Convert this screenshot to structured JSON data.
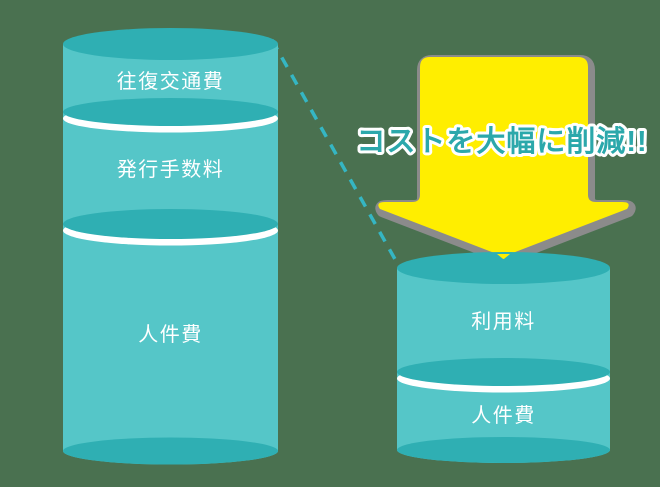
{
  "illustration": {
    "caption": "コストを大幅に削減!!",
    "before_cylinder": {
      "sections": [
        {
          "label": "往復交通費"
        },
        {
          "label": "発行手数料"
        },
        {
          "label": "人件費"
        }
      ]
    },
    "after_cylinder": {
      "sections": [
        {
          "label": "利用料"
        },
        {
          "label": "人件費"
        }
      ]
    },
    "colors": {
      "background": "#4a7150",
      "cylinder_body": "#55c6c8",
      "cylinder_ellipse": "#2fafb3",
      "separator_highlight": "#ffffff",
      "label_text": "#ffffff",
      "arrow_fill": "#ffee00",
      "arrow_shadow": "#8b8b8b",
      "caption_fill": "#2ba8ab",
      "caption_outline": "#ffffff",
      "dashed_line": "#35b6c3"
    }
  }
}
